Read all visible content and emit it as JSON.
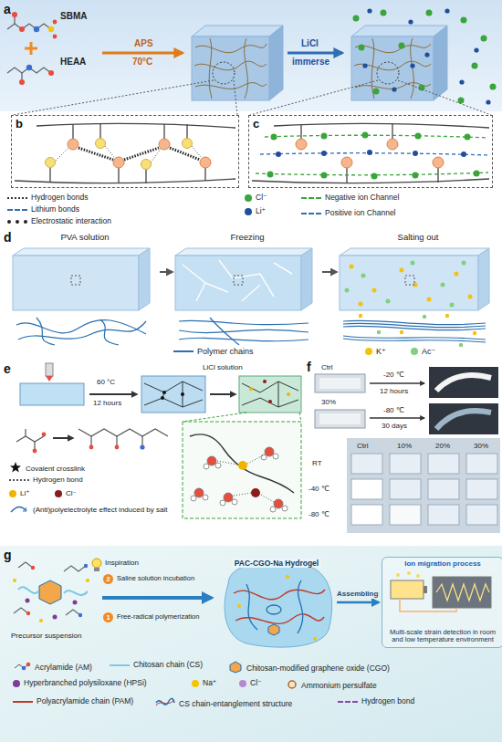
{
  "diagram": {
    "nodes": [
      {
        "text": [
          "b"
        ]
      },
      {
        "text": [
          "c"
        ]
      },
      {
        "text": [
          "PVA solution"
        ]
      },
      {
        "text": [
          "Freezing"
        ]
      },
      {
        "text": [
          "Salting out"
        ]
      },
      {
        "text": [
          "PAC-CGO-Na Hydrogel"
        ]
      },
      {
        "text": [
          "Ion migration process",
          "Multi-scale strain detection in room and low temperature environment"
        ]
      }
    ],
    "edges": [
      {
        "from": 2,
        "to": 3,
        "arrow": "to"
      },
      {
        "from": 3,
        "to": 4,
        "arrow": "to"
      },
      {
        "from": 5,
        "to": 6,
        "label": "Assembling",
        "arrow": "to"
      }
    ],
    "labels": [
      "a",
      "SBMA",
      "HEAA",
      "APS",
      "70°C",
      "LiCl",
      "immerse",
      "d",
      "e",
      "60 °C",
      "12 hours",
      "LiCl solution",
      "f",
      "Ctrl",
      "-20 ℃",
      "12 hours",
      "30%",
      "-80 ℃",
      "30 days",
      "RT",
      "Ctrl",
      "10%",
      "20%",
      "30%",
      "-40 ℃",
      "-80 ℃",
      "g",
      "Inspiration",
      "2",
      "Saline solution incubation",
      "1",
      "Free-radical polymerization",
      "Precursor suspension"
    ],
    "legend": [
      {
        "text": "Hydrogen bonds"
      },
      {
        "text": "Lithium bonds"
      },
      {
        "text": "Electrostatic interaction"
      },
      {
        "text": "Cl⁻",
        "color": "#3aa53a"
      },
      {
        "text": "Li⁺",
        "color": "#1f4e9c"
      },
      {
        "text": "Negative ion Channel"
      },
      {
        "text": "Positive ion Channel"
      },
      {
        "text": "Polymer chains"
      },
      {
        "text": "K⁺",
        "color": "#f4c20d"
      },
      {
        "text": "Ac⁻",
        "color": "#7fd17f"
      },
      {
        "text": "Covalent crosslink"
      },
      {
        "text": "Hydrogen bond"
      },
      {
        "text": "Li⁺",
        "color": "#f0b400"
      },
      {
        "text": "Cl⁻",
        "color": "#8b1c1c"
      },
      {
        "text": "(Anti)polyelectrolyte effect induced by salt"
      },
      {
        "text": "Acrylamide (AM)"
      },
      {
        "text": "Chitosan chain (CS)"
      },
      {
        "text": "Chitosan-modified graphene oxide (CGO)"
      },
      {
        "text": "Hyperbranched polysiloxane (HPSi)",
        "color": "#7d3c98"
      },
      {
        "text": "Na⁺",
        "color": "#f5c400"
      },
      {
        "text": "Cl⁻",
        "color": "#b58ad0"
      },
      {
        "text": "Ammonium persulfate"
      },
      {
        "text": "Polyacrylamide chain (PAM)"
      },
      {
        "text": "CS chain-entanglement structure"
      },
      {
        "text": "Hydrogen bond"
      }
    ]
  }
}
